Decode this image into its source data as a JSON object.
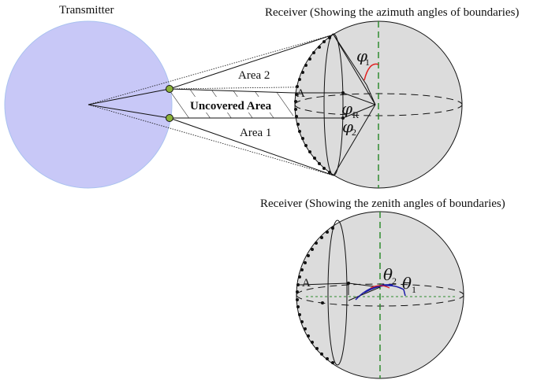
{
  "transmitter": {
    "label": "Transmitter"
  },
  "receiver_top": {
    "title": "Receiver (Showing the azimuth angles of boundaries)",
    "area2_label": "Area 2",
    "uncovered_label": "Uncovered Area",
    "area1_label": "Area 1",
    "point_label": "A",
    "phi1": {
      "symbol": "φ",
      "sub": "1"
    },
    "varphiR": {
      "symbol": "φ",
      "sub": "R"
    },
    "phi2": {
      "symbol": "φ",
      "sub": "2"
    }
  },
  "receiver_bottom": {
    "title": "Receiver (Showing the zenith angles of boundaries)",
    "point_label": "A",
    "theta2": {
      "symbol": "θ",
      "sub": "2"
    },
    "theta1": {
      "symbol": "θ",
      "sub": "1"
    }
  },
  "colors": {
    "transmitter_fill": "#c8c8f7",
    "transmitter_stroke": "#a9c2ef",
    "sphere_fill": "#dcdcdc",
    "axis_green": "#2e8b2e",
    "angle_red": "#e02020",
    "angle_blue": "#1a1aa8",
    "antenna_green": "#8db33a"
  }
}
